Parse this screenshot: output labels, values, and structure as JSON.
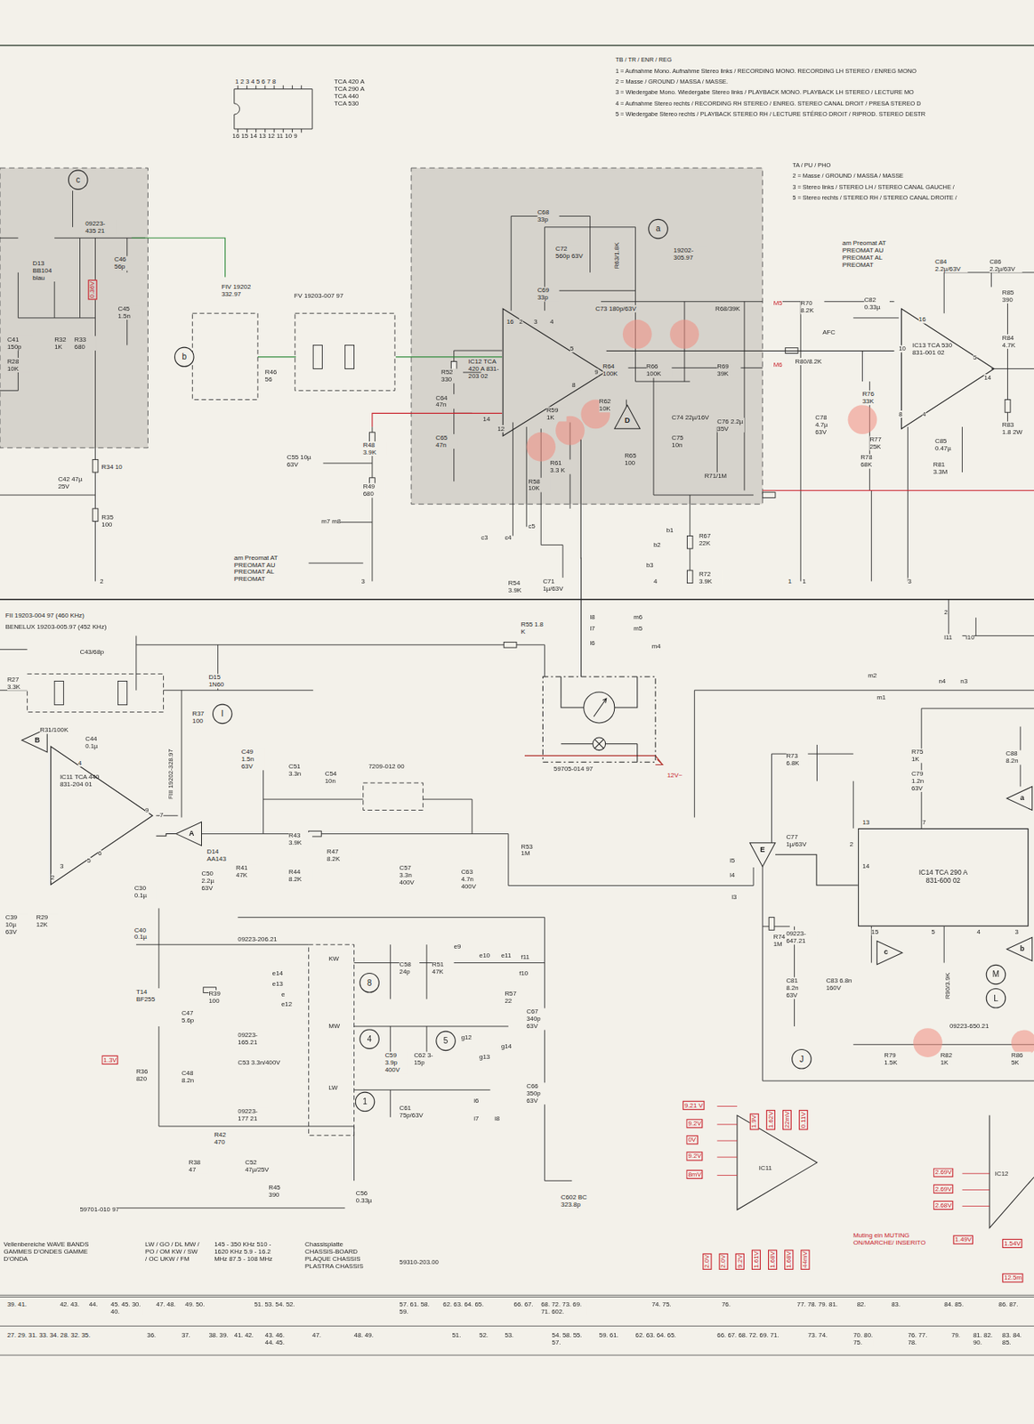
{
  "diagram": {
    "nodes": [
      {
        "text": [
          "c"
        ]
      },
      {
        "text": [
          "b"
        ]
      },
      {
        "text": [
          "a"
        ]
      },
      {
        "text": [
          "IC12 TCA 420 A 831-203 02"
        ]
      },
      {
        "text": [
          "D"
        ]
      },
      {
        "text": [
          "IC13 TCA 530 831-001 02"
        ]
      },
      {
        "text": [
          "59705-014 97"
        ]
      },
      {
        "text": [
          "IC11 TCA 440 831-204 01"
        ]
      },
      {
        "text": [
          "B"
        ]
      },
      {
        "text": [
          "I"
        ]
      },
      {
        "text": [
          "A"
        ]
      },
      {
        "text": [
          "a"
        ]
      },
      {
        "text": [
          "E"
        ]
      },
      {
        "text": [
          "IC14 TCA 290 A 831-600 02"
        ]
      },
      {
        "text": [
          "c"
        ]
      },
      {
        "text": [
          "M"
        ]
      },
      {
        "text": [
          "L"
        ]
      },
      {
        "text": [
          "b"
        ]
      },
      {
        "text": [
          "8"
        ]
      },
      {
        "text": [
          "4"
        ]
      },
      {
        "text": [
          "5"
        ]
      },
      {
        "text": [
          "1"
        ]
      },
      {
        "text": [
          "J"
        ]
      }
    ],
    "edges": [
      {
        "from": 3,
        "to": 5,
        "arrow": "none"
      },
      {
        "from": 7,
        "to": 10,
        "arrow": "none"
      },
      {
        "from": 12,
        "to": 13,
        "arrow": "none"
      },
      {
        "from": 3,
        "to": 6,
        "arrow": "none"
      }
    ],
    "labels": [
      "TB / TR / ENR / REG",
      "1 = Aufnahme Mono. Aufnahme Stereo links / RECORDING MONO. RECORDING LH STEREO / ENREG MONO",
      "2 = Masse / GROUND / MASSA / MASSE.",
      "3 = Wiedergabe Mono. Wiedergabe Stereo links / PLAYBACK MONO. PLAYBACK LH STEREO / LECTURE MO",
      "4 = Aufnahme Stereo rechts / RECORDING RH STEREO / ENREG. STEREO CANAL DROIT / PRESA STEREO D",
      "5 = Wiedergabe Stereo rechts / PLAYBACK STEREO RH / LECTURE STÉREO DROIT / RIPROD. STEREO DESTR",
      "TA / PU / PHO",
      "2 = Masse / GROUND / MASSA / MASSE",
      "3 = Stereo links / STEREO LH / STEREO CANAL GAUCHE /",
      "5 = Stereo rechts / STEREO RH / STEREO CANAL DROITE /",
      "1 2 3 4 5 6 7 8",
      "TCA 420 A TCA 290 A TCA 440 TCA 530",
      "16 15 14 13 12 11 10 9",
      "09223- 435 21",
      "D13 BB104 blau",
      "0.36V",
      "C46 56p",
      "C45 1.5n",
      "C41 150p",
      "R32 1K",
      "R33 680",
      "R28 10K",
      "R34 10",
      "R35 100",
      "C42 47µ 25V",
      "2",
      "FIV 19202 332.97",
      "FV 19203-007 97",
      "R46 56",
      "C68 33p",
      "C72 560p 63V",
      "C69 33p",
      "19202- 305.97",
      "R63/1.8K",
      "C73 180p/63V",
      "R68/39K",
      "M5",
      "M6",
      "R64 100K",
      "R66 100K",
      "R69 39K",
      "R52 330",
      "C64 47n",
      "C65 47n",
      "R59 1K",
      "R62 10K",
      "R61 3.3 K",
      "R58 10K",
      "C74 22µ/16V",
      "C75 10n",
      "R65 100",
      "C76 2.2µ 35V",
      "R71/1M",
      "R48 3.9K",
      "C55 10µ 63V",
      "R49 680",
      "m7 m8",
      "am Preomat AT PREOMAT AU PREOMAT AL PREOMAT",
      "3",
      "c3",
      "c4",
      "c5",
      "R54 3.9K",
      "C71 1µ/63V",
      "b1",
      "b2",
      "b3",
      "R67 22K",
      "R72 3.9K",
      "4",
      "am Preomat AT PREOMAT AU PREOMAT AL PREOMAT",
      "R70 8.2K",
      "AFC",
      "C82 0.33µ",
      "R80/8.2K",
      "C84 2.2µ/63V",
      "C86 2.2µ/63V",
      "R85 390",
      "R84 4.7K",
      "R76 33K",
      "C78 4.7µ 63V",
      "R77 25K",
      "R78 68K",
      "C85 0.47µ",
      "R81 3.3M",
      "R83 1.8 2W",
      "1",
      "1",
      "3",
      "2",
      "l11",
      "l10",
      "m2",
      "m1",
      "n4",
      "n3",
      "FII 19203-004 97 (460 KHz)",
      "BENELUX 19203-005.97 (452 KHz)",
      "C43/68p",
      "R27 3.3K",
      "R31/100K",
      "C44 0.1µ",
      "R55 1.8 K",
      "l8",
      "l7",
      "l6",
      "m6",
      "m5",
      "m4",
      "D15 1N60",
      "R37 100",
      "FIII 19202-328.97",
      "C49 1.5n 63V",
      "C51 3.3n",
      "C54 10n",
      "7209-012 00",
      "D14 AA143",
      "R43 3.9K",
      "R41 47K",
      "R44 8.2K",
      "R47 8.2K",
      "C57 3.3n 400V",
      "C63 4.7n 400V",
      "R53 1M",
      "C50 2.2µ 63V",
      "C30 0.1µ",
      "C40 0.1µ",
      "C39 10µ 63V",
      "R29 12K",
      "12V~",
      "R73 6.8K",
      "R75 1K",
      "C79 1.2n 63V",
      "C88 8.2n",
      "l5",
      "l4",
      "l3",
      "C77 1µ/63V",
      "R74 1M",
      "09223- 647.21",
      "C81 8.2n 63V",
      "C83 6.8n 160V",
      "R90/3.9K",
      "09223-650.21",
      "R79 1.5K",
      "R82 1K",
      "R86 5K",
      "09223-206.21",
      "KW",
      "C58 24p",
      "R51 47K",
      "e9",
      "e10",
      "e11",
      "f11",
      "f10",
      "R57 22",
      "C67 340p 63V",
      "e14",
      "e13",
      "e",
      "e12",
      "MW",
      "09223- 165.21",
      "C59 3.9p 400V",
      "C62 3-15p",
      "g12",
      "g13",
      "g14",
      "C66 350p 63V",
      "C53 3.3n/400V",
      "LW",
      "09223- 177 21",
      "C61 75p/63V",
      "i6",
      "i7",
      "i8",
      "T14 BF255",
      "R39 100",
      "C47 5.6p",
      "R36 820",
      "C48 8.2n",
      "1.3V",
      "R42 470",
      "R38 47",
      "C52 47µ/25V",
      "R45 390",
      "C56 0.33µ",
      "C602 BC 323.8p",
      "59701-010 97",
      "Vellenbereiche WAVE BANDS GAMMES D'ONDES GAMME D'ONDA",
      "LW / GO / DL MW / PO / OM KW / SW / OC UKW / FM",
      "145 - 350 KHz 510 - 1620 KHz 5.9 - 16.2 MHz 87.5 - 108 MHz",
      "Chassisplatte CHASSIS-BOARD PLAQUE CHASSIS PLASTRA CHASSIS",
      "59310-203.00",
      "Muting ein MUTING ON/MARCHE/ INSERITO",
      "1.49V",
      "9.21 V",
      "9.2V",
      "0V",
      "9.2V",
      "8mV",
      "1.9V",
      "1.62V",
      "22mV",
      "0.11V",
      "2.0V",
      "2.0V",
      "9.2V",
      "1.61V",
      "1.68V",
      "1.68V",
      "44mV",
      "IC11",
      "2.69V",
      "2.69V",
      "2.68V",
      "IC12",
      "1.54V",
      "12.5m",
      "39. 41.",
      "42. 43.",
      "44.",
      "45. 45. 30. 40.",
      "47. 48.",
      "49. 50.",
      "51. 53. 54. 52.",
      "57. 61. 58. 59.",
      "62. 63. 64. 65.",
      "66. 67.",
      "68. 72. 73. 69. 71. 602.",
      "74. 75.",
      "76.",
      "77. 78. 79. 81.",
      "82.",
      "83.",
      "84. 85.",
      "86. 87.",
      "27. 29. 31. 33. 34. 28. 32. 35.",
      "36.",
      "37.",
      "38. 39.",
      "41. 42.",
      "43. 46. 44. 45.",
      "47.",
      "48. 49.",
      "51.",
      "52.",
      "53.",
      "54. 58. 55. 57.",
      "59. 61.",
      "62. 63. 64. 65.",
      "66. 67. 68. 72. 69. 71.",
      "73. 74.",
      "70. 80. 75.",
      "76. 77. 78.",
      "79.",
      "81. 82. 90.",
      "83. 84. 85.",
      "16",
      "14",
      "12",
      "2",
      "3",
      "4",
      "5",
      "9",
      "8",
      "16",
      "10",
      "5",
      "14",
      "8",
      "4",
      "4",
      "9",
      "7",
      "3",
      "5",
      "2",
      "6",
      "13",
      "7",
      "2",
      "14",
      "15",
      "5",
      "4",
      "3"
    ]
  }
}
